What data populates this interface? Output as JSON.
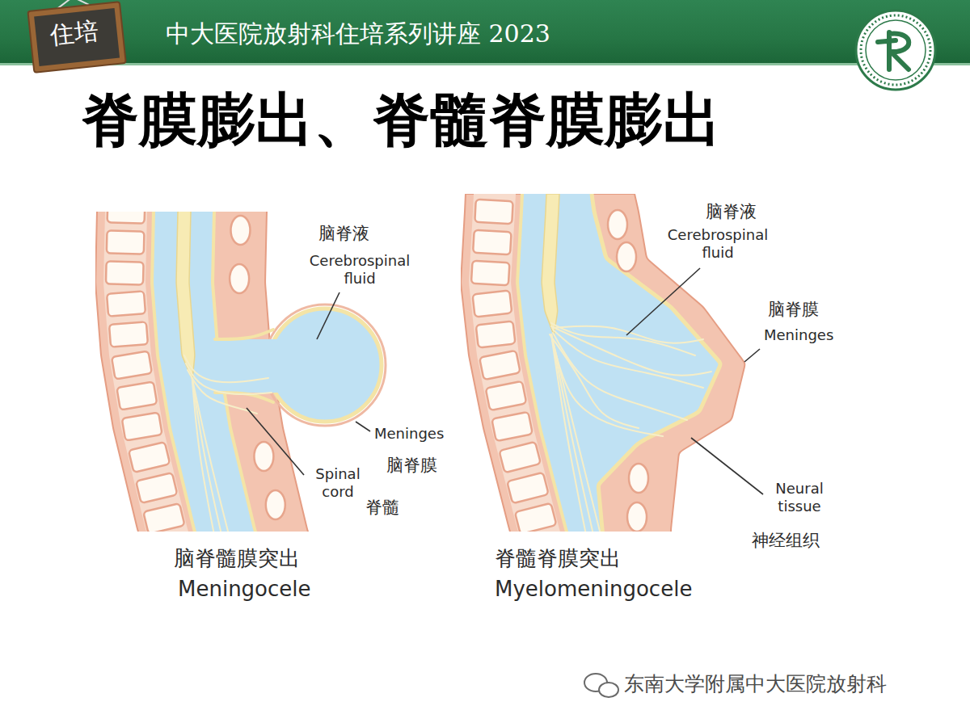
{
  "diagram": {
    "title": "脊膜膨出、脊髓脊膜膨出",
    "labels": [
      "住培",
      "中大医院放射科住培系列讲座 2023",
      "脑脊液",
      "Cerebrospinal fluid",
      "Meninges",
      "脑脊膜",
      "Spinal cord",
      "脊髓",
      "脑脊髓膜突出",
      "Meningocele",
      "脑脊液",
      "Cerebrospinal fluid",
      "脑脊膜",
      "Meninges",
      "Neural tissue",
      "神经组织",
      "脊髓脊膜突出",
      "Myelomeningocele",
      "东南大学附属中大医院放射科"
    ]
  }
}
